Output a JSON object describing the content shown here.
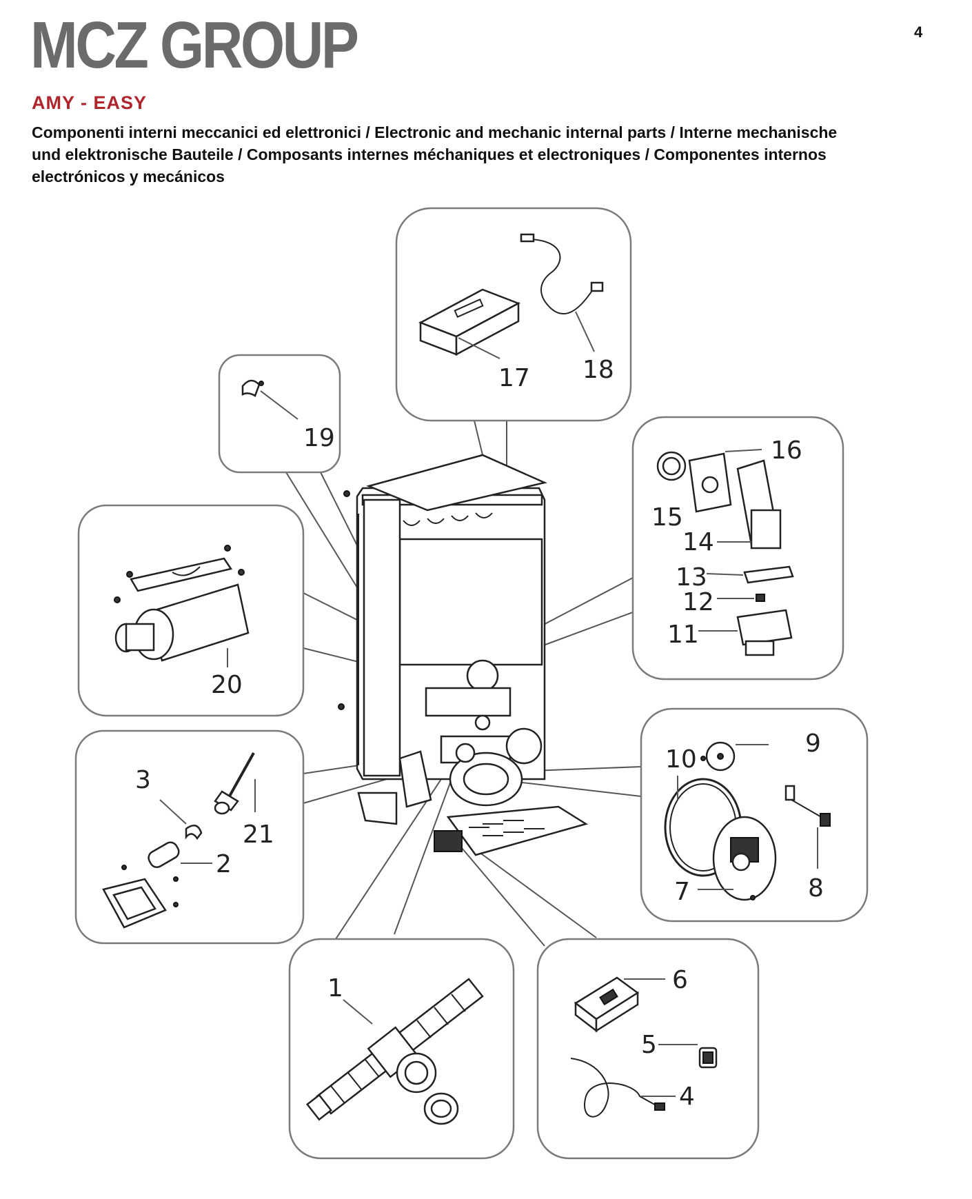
{
  "header": {
    "brand": "MCZ GROUP",
    "page_number": "4",
    "model": "AMY - EASY",
    "description": "Componenti interni meccanici ed elettronici / Electronic and mechanic internal parts / Interne mechanische und elektronische Bauteile / Composants internes méchaniques et electroniques / Componentes internos electrónicos y mecánicos"
  },
  "callouts": {
    "c1": "1",
    "c2": "2",
    "c3": "3",
    "c4": "4",
    "c5": "5",
    "c6": "6",
    "c7": "7",
    "c8": "8",
    "c9": "9",
    "c10": "10",
    "c11": "11",
    "c12": "12",
    "c13": "13",
    "c14": "14",
    "c15": "15",
    "c16": "16",
    "c17": "17",
    "c18": "18",
    "c19": "19",
    "c20": "20",
    "c21": "21"
  }
}
